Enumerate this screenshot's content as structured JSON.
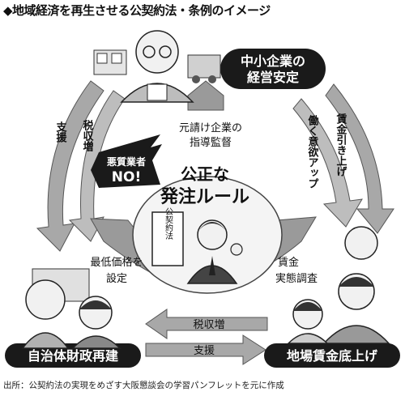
{
  "title": "◆地域経済を再生させる公契約法・条例のイメージ",
  "footer": "出所：公契約法の実現をめざす大阪懇談会の学習パンフレットを元に作成",
  "nodes": {
    "top_right": [
      "中小企業の",
      "経営安定"
    ],
    "bottom_left": "自治体財政再建",
    "bottom_right": "地場賃金底上げ"
  },
  "center": {
    "line1": "公正な",
    "line2": "発注ルール",
    "card": "公契約法"
  },
  "labels": {
    "right_upper_a": "賃金引き上げ",
    "right_upper_b": "働く意欲アップ",
    "left_upper_a": "税収増",
    "left_upper_b": "支援",
    "bottom_a": "税収増",
    "bottom_b": "支援",
    "top_inner": [
      "元請け企業の",
      "指導監督"
    ],
    "bubble": [
      "悪質業者",
      "NO!"
    ],
    "left_inner": [
      "最低価格を",
      "設定"
    ],
    "right_inner": [
      "賃金",
      "実態調査"
    ]
  }
}
